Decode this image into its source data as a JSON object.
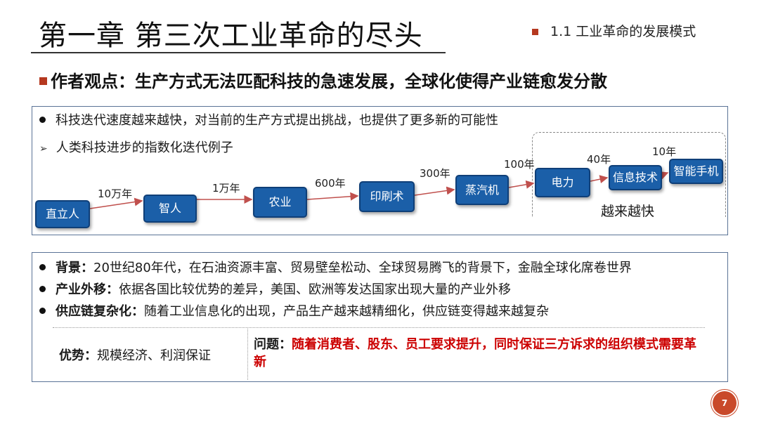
{
  "header": {
    "title": "第一章  第三次工业革命的尽头",
    "section": "1.1 工业革命的发展模式"
  },
  "viewpoint": "作者观点：生产方式无法匹配科技的急速发展，全球化使得产业链愈发分散",
  "tech_panel": {
    "bullet": "科技迭代速度越来越快，对当前的生产方式提出挑战，也提供了更多新的可能性",
    "sub_bullet": "人类科技进步的指数化迭代例子",
    "stages": [
      "直立人",
      "智人",
      "农业",
      "印刷术",
      "蒸汽机",
      "电力",
      "信息技术",
      "智能手机"
    ],
    "periods": [
      "10万年",
      "1万年",
      "600年",
      "300年",
      "100年",
      "40年",
      "10年"
    ],
    "faster_label": "越来越快"
  },
  "context_panel": {
    "items": [
      {
        "label": "背景：",
        "text": "20世纪80年代，在石油资源丰富、贸易壁垒松动、全球贸易腾飞的背景下，金融全球化席卷世界"
      },
      {
        "label": "产业外移：",
        "text": "依据各国比较优势的差异，美国、欧洲等发达国家出现大量的产业外移"
      },
      {
        "label": "供应链复杂化：",
        "text": "随着工业信息化的出现，产品生产越来越精细化，供应链变得越来越复杂"
      }
    ],
    "advantage_label": "优势：",
    "advantage_text": "规模经济、利润保证",
    "issue_label": "问题：",
    "issue_text": "随着消费者、股东、员工要求提升，同时保证三方诉求的组织模式需要革新"
  },
  "page_number": "7",
  "colors": {
    "accent": "#b5381f",
    "node_fill": "#1b5fa8",
    "arrow": "#c0504d",
    "issue_text": "#cc0000",
    "panel_border": "#5a7396"
  }
}
